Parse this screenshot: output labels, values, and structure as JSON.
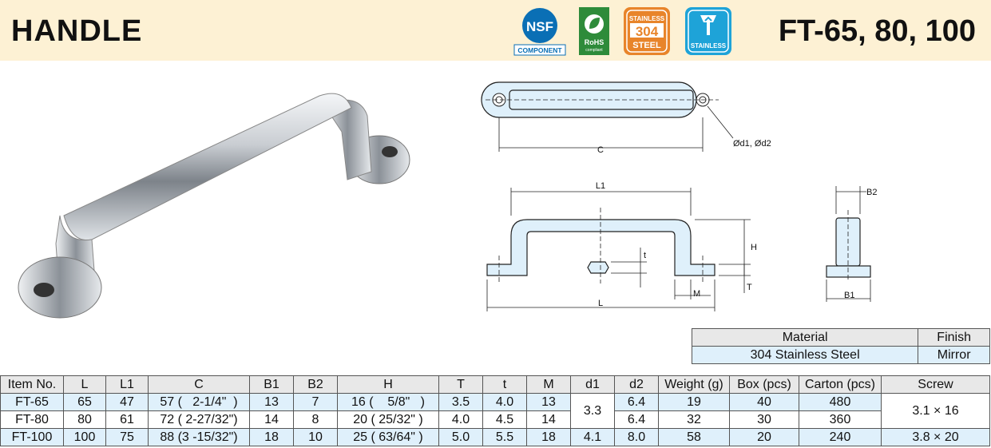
{
  "header": {
    "title": "HANDLE",
    "model": "FT-65, 80, 100",
    "badges": {
      "nsf_top": "NSF",
      "nsf_bottom": "COMPONENT",
      "rohs": "RoHS",
      "rohs_sub": "compliant",
      "steel_top": "STAINLESS",
      "steel_mid": "304",
      "steel_bot": "STEEL",
      "stainless": "STAINLESS"
    }
  },
  "drawing": {
    "c": "C",
    "d": "Ød1, Ød2",
    "l1": "L1",
    "l": "L",
    "h": "H",
    "t_upper": "t",
    "t_lower": "T",
    "m": "M",
    "b2": "B2",
    "b1": "B1"
  },
  "spec": {
    "headers": [
      "Material",
      "Finish"
    ],
    "values": [
      "304 Stainless Steel",
      "Mirror"
    ]
  },
  "table": {
    "headers": [
      "Item No.",
      "L",
      "L1",
      "C",
      "B1",
      "B2",
      "H",
      "T",
      "t",
      "M",
      "d1",
      "d2",
      "Weight (g)",
      "Box (pcs)",
      "Carton (pcs)",
      "Screw"
    ],
    "rows": [
      {
        "item": "FT-65",
        "L": "65",
        "L1": "47",
        "C": "57 (   2-1/4\"  )",
        "B1": "13",
        "B2": "7",
        "H": "16 (    5/8\"   )",
        "T": "3.5",
        "t": "4.0",
        "M": "13",
        "d2": "6.4",
        "weight": "19",
        "box": "40",
        "carton": "480"
      },
      {
        "item": "FT-80",
        "L": "80",
        "L1": "61",
        "C": "72 ( 2-27/32\")",
        "B1": "14",
        "B2": "8",
        "H": "20 ( 25/32\" )",
        "T": "4.0",
        "t": "4.5",
        "M": "14",
        "d2": "6.4",
        "weight": "32",
        "box": "30",
        "carton": "360"
      },
      {
        "item": "FT-100",
        "L": "100",
        "L1": "75",
        "C": "88 (3 -15/32\")",
        "B1": "18",
        "B2": "10",
        "H": "25 ( 63/64\" )",
        "T": "5.0",
        "t": "5.5",
        "M": "18",
        "d1": "4.1",
        "d2": "8.0",
        "weight": "58",
        "box": "20",
        "carton": "240",
        "screw": "3.8 × 20"
      }
    ],
    "d1_merged": "3.3",
    "screw_merged": "3.1 × 16"
  },
  "colors": {
    "header_bg": "#fdf1d4",
    "cell_bg": "#dff0fb",
    "header_cell": "#e8e8e8",
    "nsf_blue": "#0a6fb5",
    "rohs_green": "#2e8b3a",
    "steel_orange": "#e8842a",
    "stainless_blue": "#1ea3d8"
  }
}
